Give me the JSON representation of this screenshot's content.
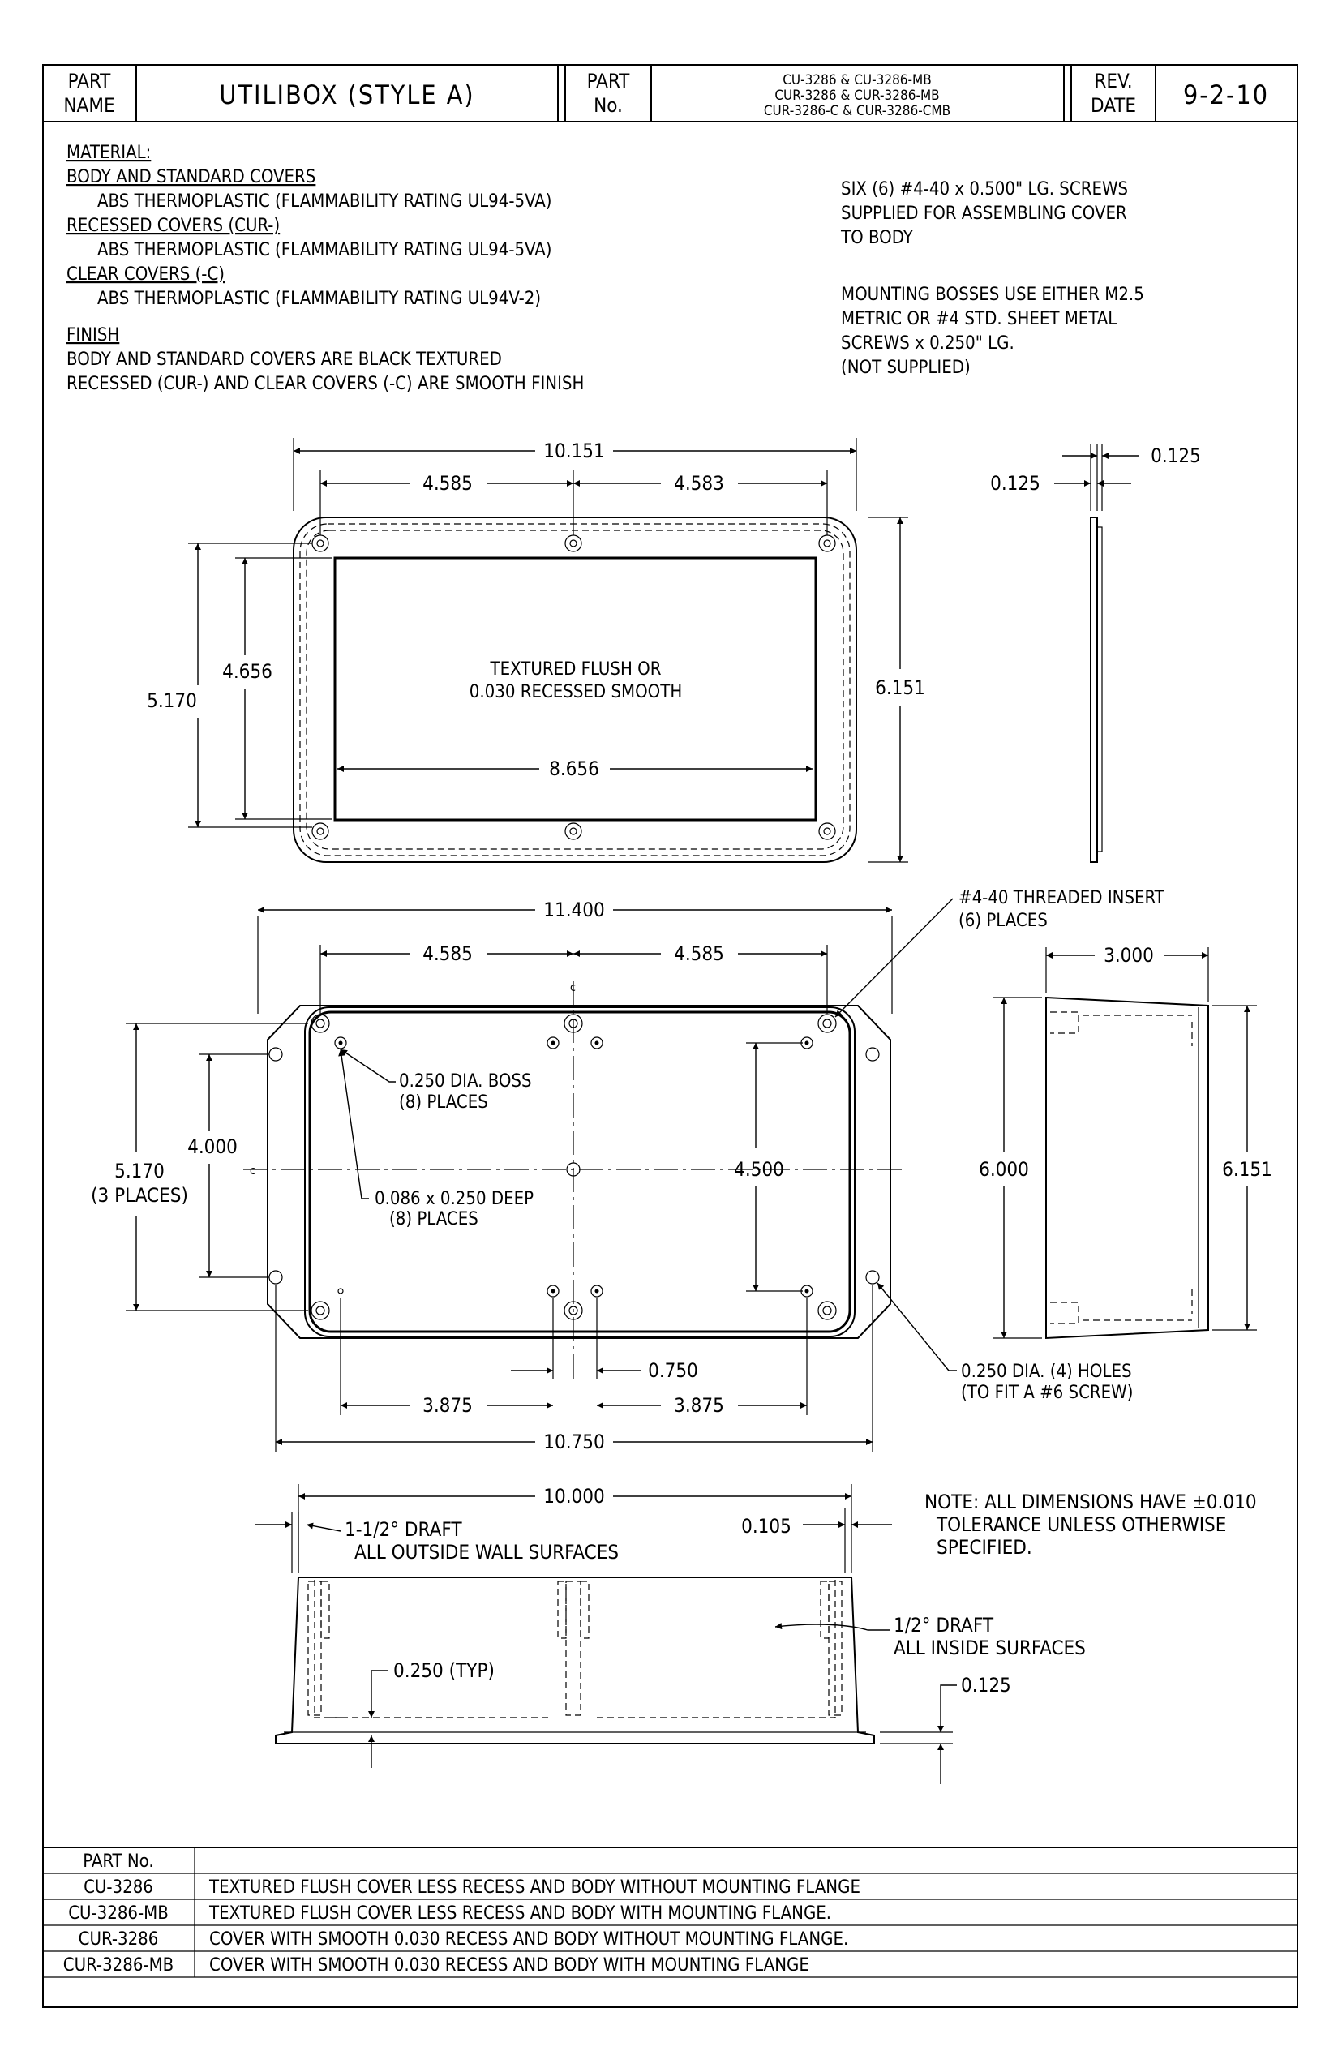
{
  "title_block": {
    "part_name_label": [
      "PART",
      "NAME"
    ],
    "part_name": "UTILIBOX (STYLE A)",
    "part_no_label": [
      "PART",
      "No."
    ],
    "part_numbers": [
      "CU-3286 & CU-3286-MB",
      "CUR-3286 & CUR-3286-MB",
      "CUR-3286-C & CUR-3286-CMB"
    ],
    "rev_date_label": [
      "REV.",
      "DATE"
    ],
    "rev_date": "9-2-10"
  },
  "notes": {
    "material_heading": "MATERIAL:",
    "material_lines": [
      {
        "text": "BODY AND STANDARD COVERS",
        "underline": true
      },
      {
        "text": "ABS THERMOPLASTIC (FLAMMABILITY RATING UL94-5VA)",
        "underline": false
      },
      {
        "text": "RECESSED COVERS (CUR-)",
        "underline": true
      },
      {
        "text": "ABS THERMOPLASTIC (FLAMMABILITY RATING UL94-5VA)",
        "underline": false
      },
      {
        "text": "CLEAR COVERS (-C)",
        "underline": true
      },
      {
        "text": "ABS THERMOPLASTIC (FLAMMABILITY RATING UL94V-2)",
        "underline": false
      }
    ],
    "finish_heading": "FINISH",
    "finish_lines": [
      "BODY AND STANDARD COVERS ARE BLACK TEXTURED",
      "RECESSED (CUR-) AND CLEAR COVERS (-C) ARE SMOOTH FINISH"
    ],
    "screws_lines": [
      "SIX (6) #4-40 x 0.500\" LG. SCREWS",
      "SUPPLIED FOR ASSEMBLING COVER",
      "TO BODY"
    ],
    "bosses_lines": [
      "MOUNTING BOSSES USE EITHER M2.5",
      "METRIC OR #4 STD. SHEET METAL",
      "SCREWS x 0.250\" LG.",
      "(NOT SUPPLIED)"
    ],
    "tolerance_lines": [
      "NOTE: ALL DIMENSIONS HAVE ±0.010",
      "TOLERANCE UNLESS OTHERWISE",
      "SPECIFIED."
    ]
  },
  "cover_view": {
    "overall_width": "10.151",
    "half_left": "4.585",
    "half_right": "4.583",
    "height_outer": "5.170",
    "height_inner": "4.656",
    "overall_height": "6.151",
    "panel_width": "8.656",
    "panel_text": [
      "TEXTURED FLUSH OR",
      "0.030 RECESSED SMOOTH"
    ]
  },
  "cover_side": {
    "thick_left": "0.125",
    "thick_right": "0.125"
  },
  "body_view": {
    "overall_width": "11.400",
    "half_left": "4.585",
    "half_right": "4.585",
    "insert_label": [
      "#4-40 THREADED INSERT",
      "(6) PLACES"
    ],
    "boss_label": [
      "0.250 DIA. BOSS",
      "(8) PLACES"
    ],
    "hole_depth_label": [
      "0.086 x 0.250 DEEP",
      "(8) PLACES"
    ],
    "height_outer": [
      "5.170",
      "(3 PLACES)"
    ],
    "height_inner": "4.000",
    "boss_height": "4.500",
    "gap": "0.750",
    "left_offset": "3.875",
    "right_offset": "3.875",
    "base_width": "10.750",
    "mount_holes": [
      "0.250 DIA. (4) HOLES",
      "(TO FIT A #6 SCREW)"
    ]
  },
  "body_side": {
    "depth": "3.000",
    "inner_height": "6.000",
    "outer_height": "6.151"
  },
  "section_view": {
    "width": "10.000",
    "draft_outside": [
      "1-1/2° DRAFT",
      "ALL OUTSIDE WALL SURFACES"
    ],
    "wall": "0.105",
    "draft_inside": [
      "1/2° DRAFT",
      "ALL INSIDE SURFACES"
    ],
    "typ": "0.250 (TYP)",
    "flange": "0.125"
  },
  "parts_table": {
    "header": "PART No.",
    "rows": [
      {
        "part": "CU-3286",
        "desc": "TEXTURED FLUSH COVER LESS RECESS AND BODY WITHOUT MOUNTING FLANGE"
      },
      {
        "part": "CU-3286-MB",
        "desc": "TEXTURED FLUSH COVER LESS RECESS AND BODY WITH MOUNTING FLANGE."
      },
      {
        "part": "CUR-3286",
        "desc": "COVER WITH SMOOTH 0.030 RECESS AND BODY WITHOUT MOUNTING FLANGE."
      },
      {
        "part": "CUR-3286-MB",
        "desc": "COVER WITH SMOOTH 0.030 RECESS AND BODY WITH MOUNTING FLANGE"
      }
    ]
  }
}
